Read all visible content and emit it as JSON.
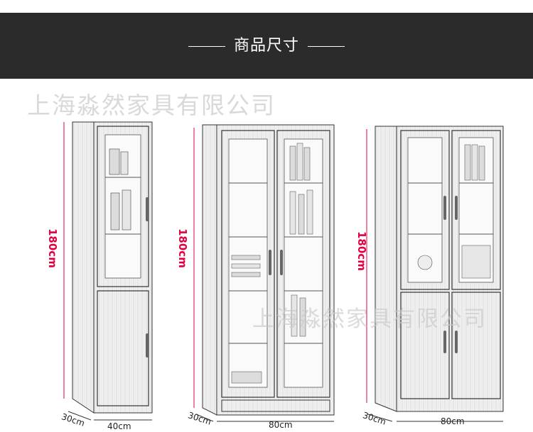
{
  "header": {
    "title": "商品尺寸"
  },
  "watermarks": {
    "top": "上海淼然家具有限公司",
    "overlay": "上海淼然家具有限公司"
  },
  "cabinets": [
    {
      "height_label": "180cm",
      "depth_label": "30cm",
      "width_label": "40cm"
    },
    {
      "height_label": "180cm",
      "depth_label": "30cm",
      "width_label": "80cm"
    },
    {
      "height_label": "180cm",
      "depth_label": "30cm",
      "width_label": "80cm"
    }
  ],
  "colors": {
    "banner": "#2b2b2b",
    "dimension_accent": "#e00040"
  }
}
